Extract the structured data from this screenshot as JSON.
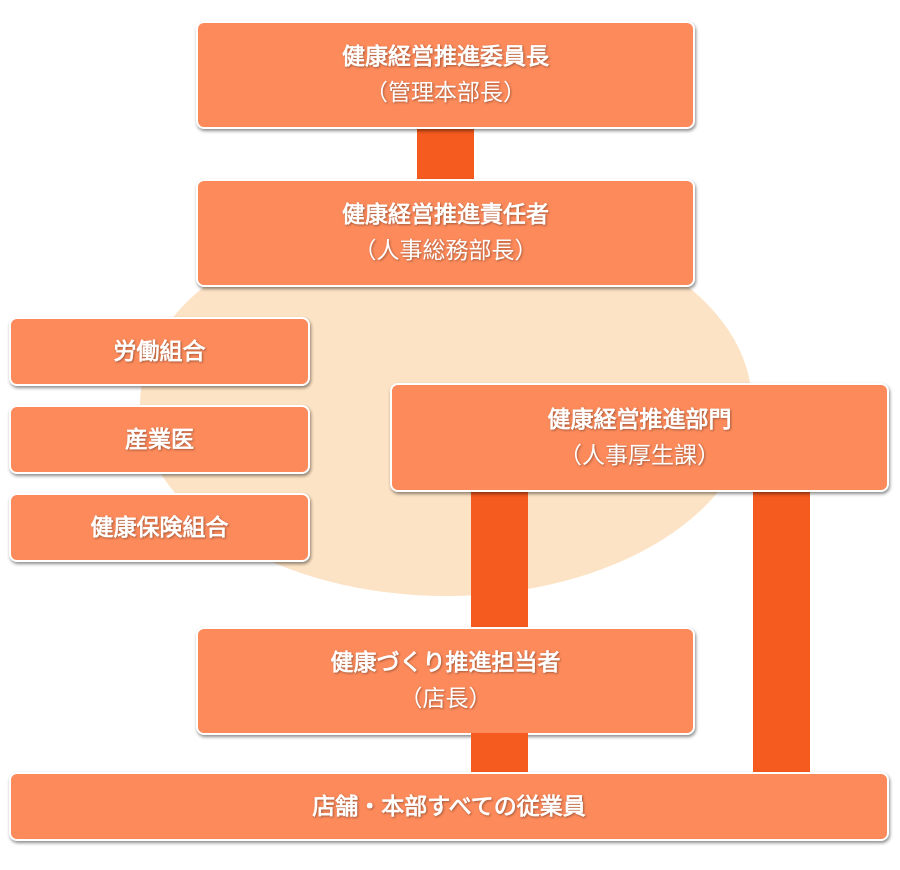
{
  "chair": {
    "title": "健康経営推進委員長",
    "sub": "（管理本部長）"
  },
  "manager": {
    "title": "健康経営推進責任者",
    "sub": "（人事総務部長）"
  },
  "partners": [
    "労働組合",
    "産業医",
    "健康保険組合"
  ],
  "department": {
    "title": "健康経営推進部門",
    "sub": "（人事厚生課）"
  },
  "store_lead": {
    "title": "健康づくり推進担当者",
    "sub": "（店長）"
  },
  "employees": {
    "title": "店舗・本部すべての従業員"
  },
  "colors": {
    "box": "#FC8A5B",
    "connector": "#F55A1E",
    "ellipse": "#FDE3C5"
  }
}
